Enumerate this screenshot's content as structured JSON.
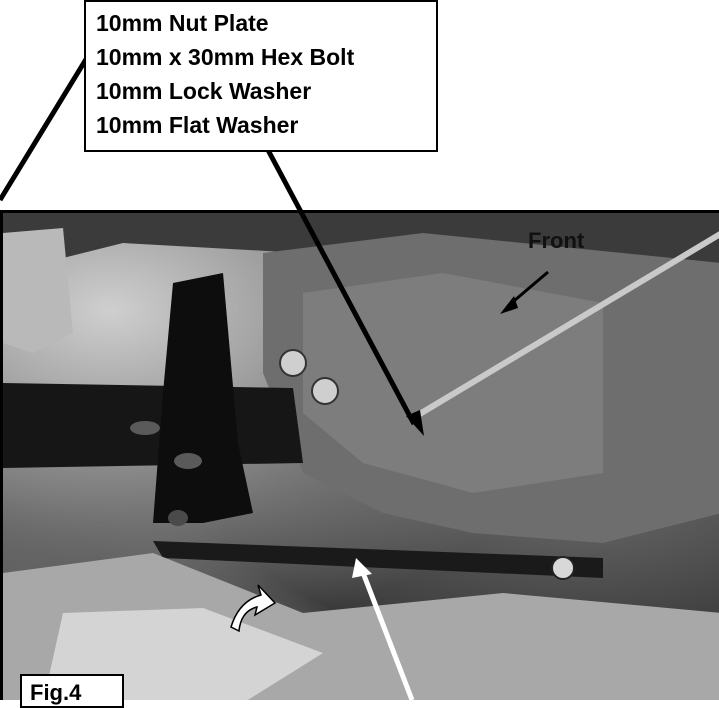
{
  "parts_callout": {
    "lines": [
      "10mm Nut Plate",
      "10mm x 30mm Hex Bolt",
      "10mm Lock Washer",
      "10mm Flat Washer"
    ]
  },
  "direction_label": "Front",
  "figure_label": "Fig.4",
  "colors": {
    "callout_border": "#000000",
    "arrow_black": "#000000",
    "arrow_white": "#ffffff"
  }
}
